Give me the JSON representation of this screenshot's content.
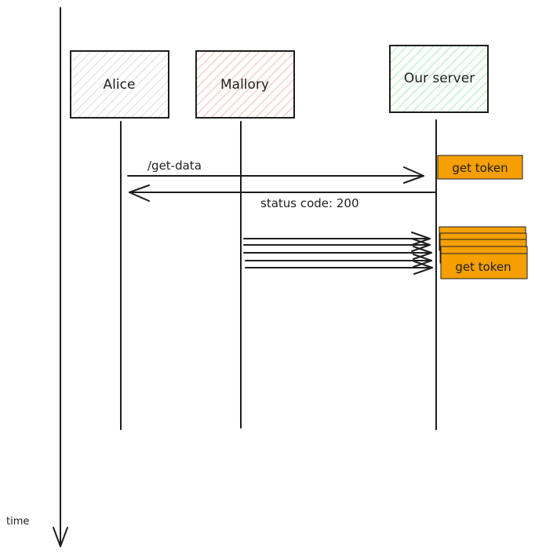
{
  "timeline": {
    "label": "time"
  },
  "participants": [
    {
      "id": "alice",
      "label": "Alice",
      "color": "#adb5bd",
      "hatch": "#ced4da"
    },
    {
      "id": "mallory",
      "label": "Mallory",
      "color": "#e03131",
      "hatch": "#f4a3a3"
    },
    {
      "id": "server",
      "label": "Our server",
      "color": "#2f9e44",
      "hatch": "#8ce99a"
    }
  ],
  "messages": [
    {
      "from": "alice",
      "to": "server",
      "label": "/get-data"
    },
    {
      "from": "server",
      "to": "alice",
      "label": "status code: 200"
    },
    {
      "from": "mallory",
      "to": "server",
      "label": "",
      "count": 5
    }
  ],
  "token_boxes": {
    "label": "get token",
    "fill": "#f59f00",
    "stack_count": 5
  }
}
